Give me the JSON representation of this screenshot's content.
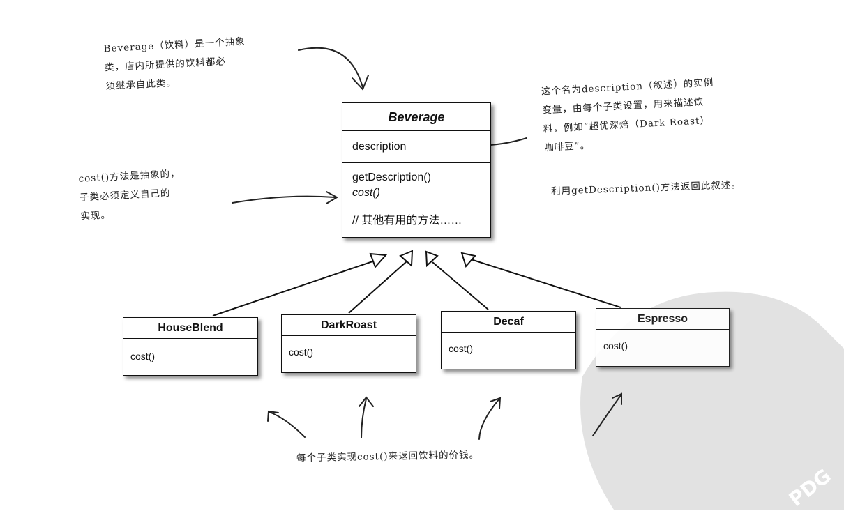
{
  "abstract_class": {
    "name": "Beverage",
    "attribute": "description",
    "methods": [
      "getDescription()",
      "cost()"
    ],
    "comment": "// 其他有用的方法……"
  },
  "subclasses": [
    {
      "name": "HouseBlend",
      "method": "cost()"
    },
    {
      "name": "DarkRoast",
      "method": "cost()"
    },
    {
      "name": "Decaf",
      "method": "cost()"
    },
    {
      "name": "Espresso",
      "method": "cost()"
    }
  ],
  "annotations": {
    "beverage_note": [
      "Beverage（饮料）是一个抽象",
      "类，店内所提供的饮料都必",
      "须继承自此类。"
    ],
    "description_note": [
      "这个名为description（叙述）的实例",
      "变量，由每个子类设置，用来描述饮",
      "料，例如“超优深焙（Dark Roast）",
      "咖啡豆”。"
    ],
    "description_note_2": "利用getDescription()方法返回此叙述。",
    "cost_note": [
      "cost()方法是抽象的，",
      "子类必须定义自己的",
      "实现。"
    ],
    "subclass_note": "每个子类实现cost()来返回饮料的价钱。"
  },
  "watermark": "PDG"
}
